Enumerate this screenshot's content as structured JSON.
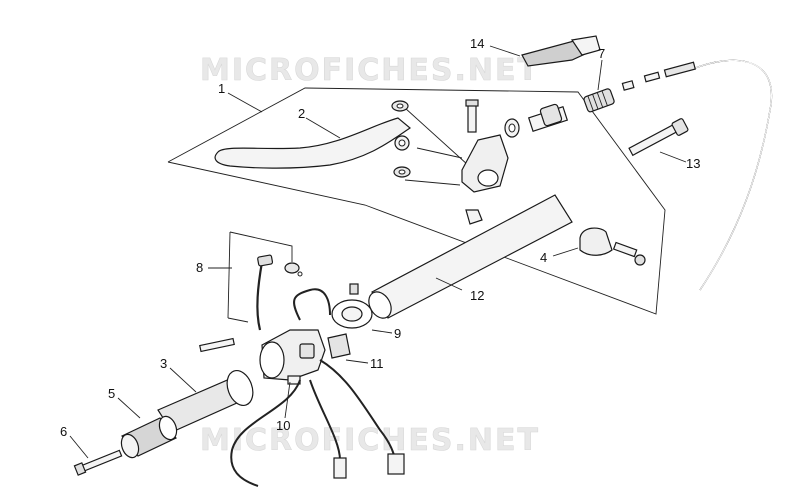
{
  "watermark": {
    "text_top": "MICROFICHES.NET",
    "text_bottom": "MICROFICHES.NET"
  },
  "callouts": [
    {
      "id": "c1",
      "label": "1"
    },
    {
      "id": "c2",
      "label": "2"
    },
    {
      "id": "c3",
      "label": "3"
    },
    {
      "id": "c4",
      "label": "4"
    },
    {
      "id": "c5",
      "label": "5"
    },
    {
      "id": "c6",
      "label": "6"
    },
    {
      "id": "c7",
      "label": "7"
    },
    {
      "id": "c8",
      "label": "8"
    },
    {
      "id": "c9",
      "label": "9"
    },
    {
      "id": "c10",
      "label": "10"
    },
    {
      "id": "c11",
      "label": "11"
    },
    {
      "id": "c12",
      "label": "12"
    },
    {
      "id": "c13",
      "label": "13"
    },
    {
      "id": "c14",
      "label": "14"
    }
  ],
  "colors": {
    "line": "#222222",
    "part_fill": "#f4f4f4",
    "part_shade": "#cfcfcf",
    "watermark": "#e6e6e6"
  }
}
